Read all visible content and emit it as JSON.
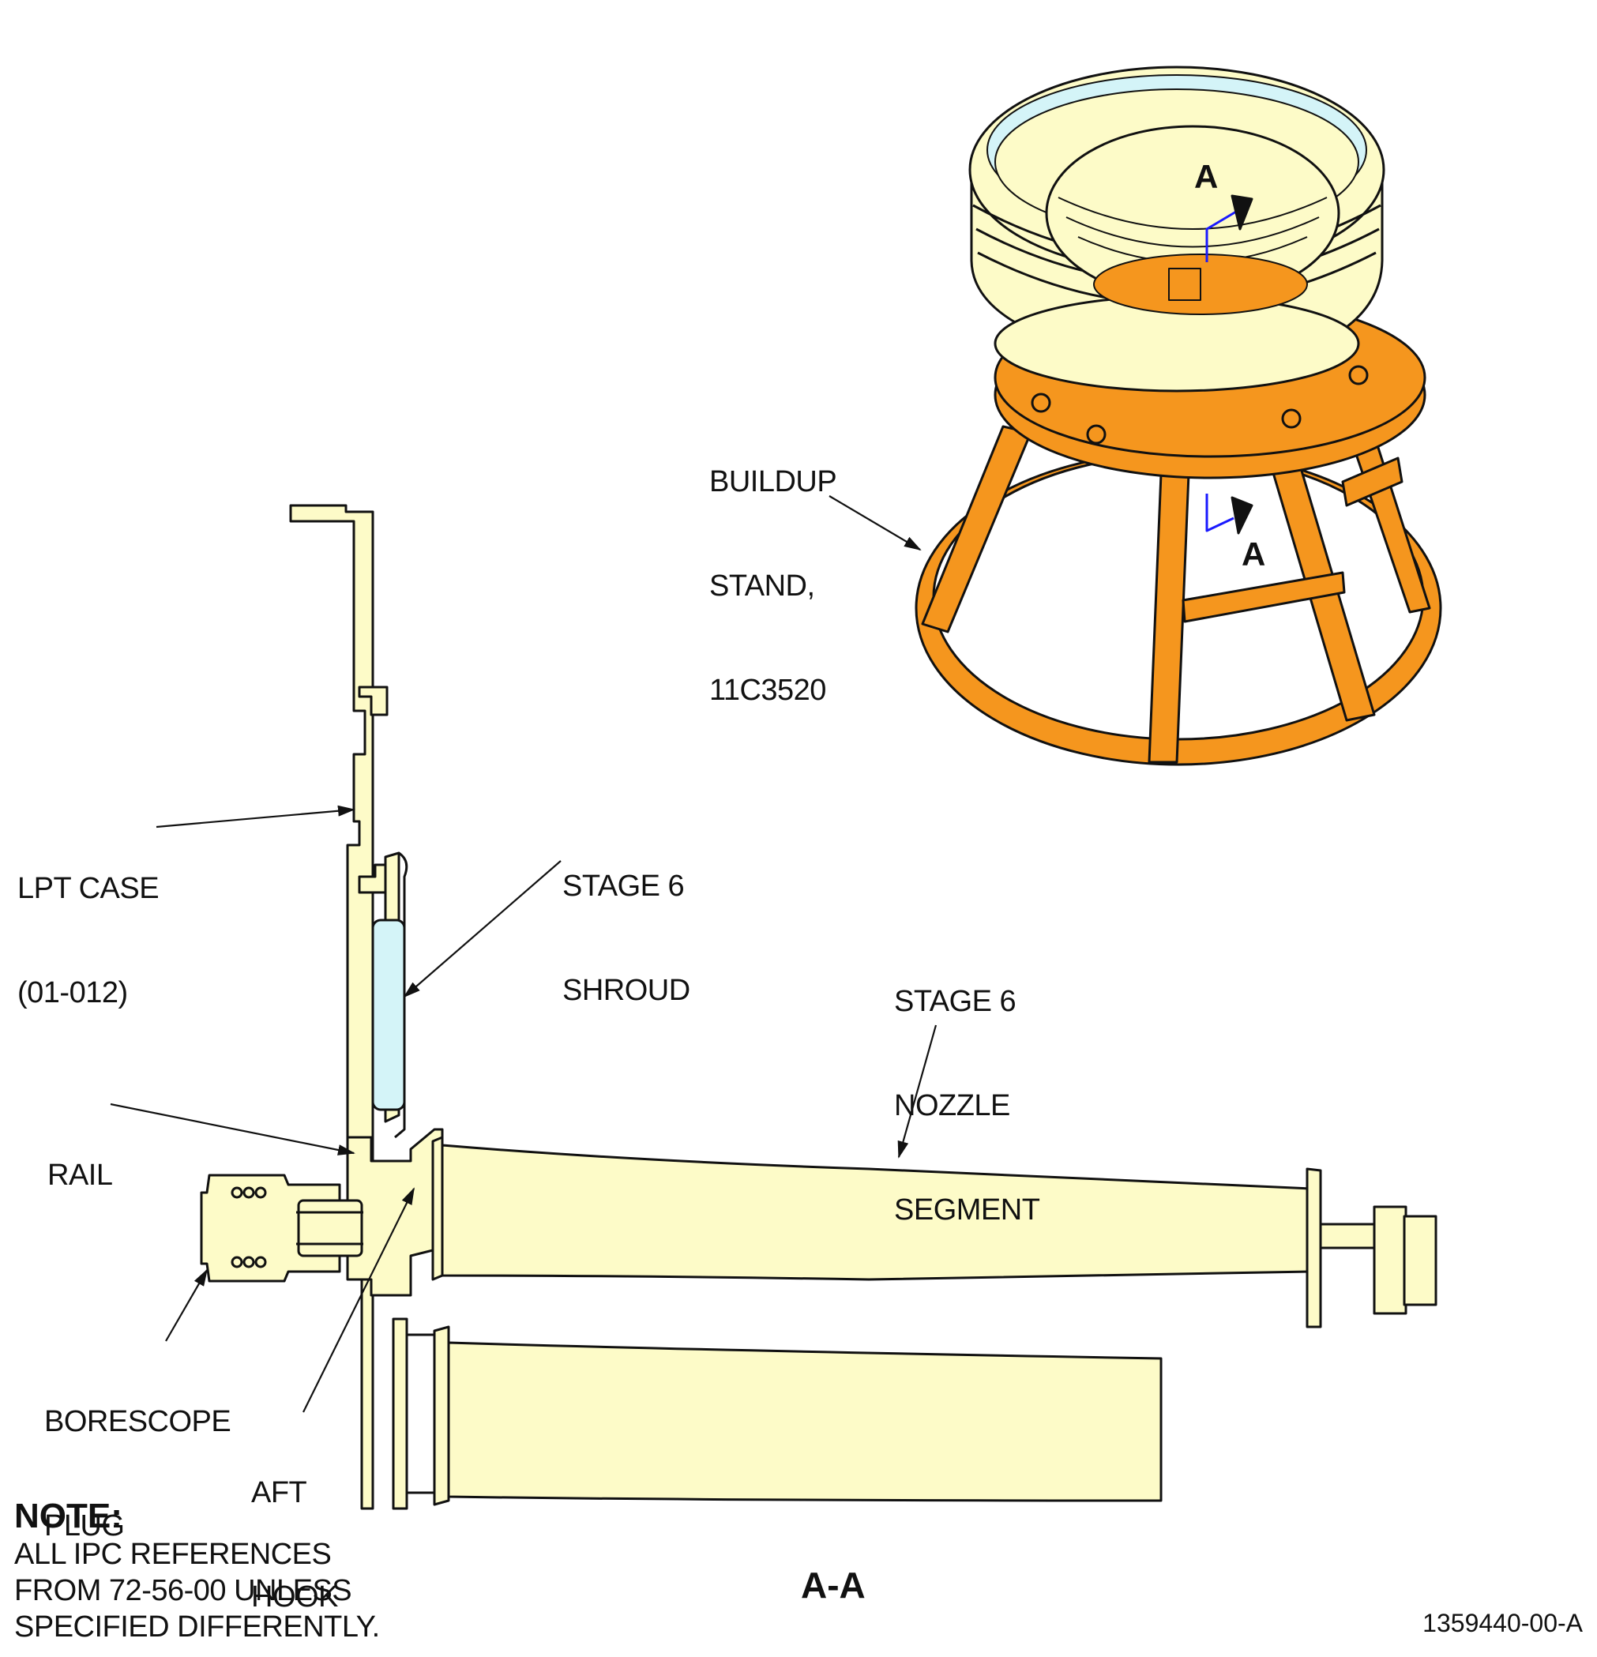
{
  "colors": {
    "part_fill": "#fdfbc8",
    "stand_fill": "#f5961e",
    "shroud_fill": "#d4f4f8",
    "outline": "#111111",
    "section_line": "#1a1aff"
  },
  "labels": {
    "buildup_stand": [
      "BUILDUP",
      "STAND,",
      "11C3520"
    ],
    "lpt_case": [
      "LPT CASE",
      "(01-012)"
    ],
    "stage6_shroud": [
      "STAGE 6",
      "SHROUD"
    ],
    "stage6_nozzle": [
      "STAGE 6",
      "NOZZLE",
      "SEGMENT"
    ],
    "rail": [
      "RAIL"
    ],
    "borescope_plug": [
      "BORESCOPE",
      "PLUG"
    ],
    "aft_hook": [
      "AFT",
      "HOOK"
    ]
  },
  "section_marks": {
    "top": "A",
    "bottom": "A",
    "view_title": "A-A"
  },
  "note": {
    "title": "NOTE:",
    "lines": [
      "ALL IPC REFERENCES",
      "FROM 72-56-00 UNLESS",
      "SPECIFIED DIFFERENTLY."
    ]
  },
  "figure_number": "1359440-00-A"
}
